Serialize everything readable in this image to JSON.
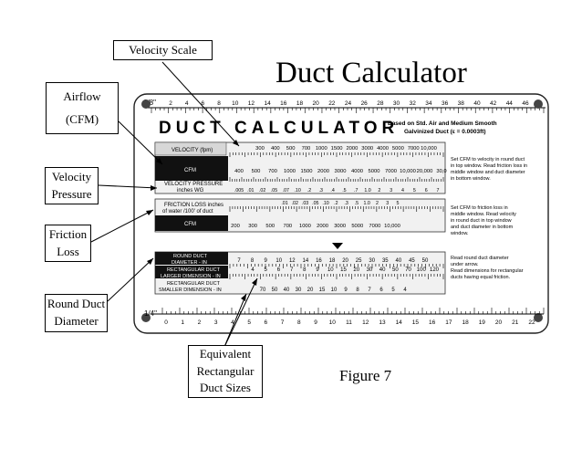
{
  "title": "Duct Calculator",
  "figure_caption": "Figure 7",
  "callouts": {
    "velocity_scale": "Velocity Scale",
    "airflow_line1": "Airflow",
    "airflow_line2": "(CFM)",
    "velocity_pressure_line1": "Velocity",
    "velocity_pressure_line2": "Pressure",
    "friction_loss_line1": "Friction",
    "friction_loss_line2": "Loss",
    "round_duct_line1": "Round Duct",
    "round_duct_line2": "Diameter",
    "equiv_line1": "Equivalent",
    "equiv_line2": "Rectangular",
    "equiv_line3": "Duct Sizes"
  },
  "calculator": {
    "heading": "DUCT CALCULATOR",
    "subheading_line1": "Based on Std. Air and Medium Smooth",
    "subheading_line2": "Galvinized Duct (ε = 0.0003ft)",
    "top_ruler_unit": "1/8\"",
    "top_ruler_numbers": [
      "2",
      "4",
      "6",
      "8",
      "10",
      "12",
      "14",
      "16",
      "18",
      "20",
      "22",
      "24",
      "26",
      "28",
      "30",
      "32",
      "34",
      "36",
      "38",
      "40",
      "42",
      "44",
      "46"
    ],
    "bottom_ruler_unit": "1/4\"",
    "bottom_ruler_numbers": [
      "0",
      "1",
      "2",
      "3",
      "4",
      "5",
      "6",
      "7",
      "8",
      "9",
      "10",
      "11",
      "12",
      "13",
      "14",
      "15",
      "16",
      "17",
      "18",
      "19",
      "20",
      "21",
      "22"
    ],
    "labels": {
      "velocity_fpm": "VELOCITY (fpm)",
      "cfm_top": "CFM",
      "velocity_pressure_line1": "VELOCITY PRESSURE",
      "velocity_pressure_line2": "inches WG",
      "friction_line1": "FRICTION LOSS inches",
      "friction_line2": "of water /100' of duct",
      "cfm_bottom": "CFM",
      "round_line1": "ROUND DUCT",
      "round_line2": "DIAMETER - IN",
      "rect_larger_line1": "RECTANGULAR DUCT",
      "rect_larger_line2": "LARGER DIMENSION - IN",
      "rect_smaller_line1": "RECTANGULAR DUCT",
      "rect_smaller_line2": "SMALLER DIMENSION - IN"
    },
    "scales": {
      "velocity": [
        "300",
        "400",
        "500",
        "700",
        "1000",
        "1500",
        "2000",
        "3000",
        "4000",
        "5000",
        "7000",
        "10,000"
      ],
      "cfm_top": [
        "400",
        "500",
        "700",
        "1000",
        "1500",
        "2000",
        "3000",
        "4000",
        "5000",
        "7000",
        "10,000",
        "20,000",
        "30,0"
      ],
      "velocity_pressure": [
        ".005",
        ".01",
        ".02",
        ".05",
        ".07",
        ".10",
        ".2",
        ".3",
        ".4",
        ".5",
        ".7",
        "1.0",
        "2",
        "3",
        "4",
        "5",
        "6",
        "7"
      ],
      "friction": [
        ".01",
        ".02",
        ".03",
        ".05",
        ".10",
        ".2",
        ".3",
        ".5",
        "1.0",
        "2",
        "3",
        "5"
      ],
      "cfm_bottom": [
        "200",
        "300",
        "500",
        "700",
        "1000",
        "2000",
        "3000",
        "5000",
        "7000",
        "10,000"
      ],
      "round": [
        "7",
        "8",
        "9",
        "10",
        "12",
        "14",
        "16",
        "18",
        "20",
        "25",
        "30",
        "35",
        "40",
        "45",
        "50"
      ],
      "rect_larger": [
        "4",
        "5",
        "6",
        "7",
        "8",
        "9",
        "10",
        "15",
        "20",
        "30",
        "40",
        "50",
        "70",
        "100",
        "120"
      ],
      "rect_smaller": [
        "70",
        "50",
        "40",
        "30",
        "20",
        "15",
        "10",
        "9",
        "8",
        "7",
        "6",
        "5",
        "4"
      ]
    },
    "notes": {
      "note1_line1": "Set CFM to velocity in round duct",
      "note1_line2": "in top window. Read friction loss in",
      "note1_line3": "middle window and duct diameter",
      "note1_line4": "in bottom window.",
      "note2_line1": "Set CFM to friction loss in",
      "note2_line2": "middle window. Read velocity",
      "note2_line3": "in round duct in top window",
      "note2_line4": "and duct diameter in bottom",
      "note2_line5": "window.",
      "note3_line1": "Read round duct diameter",
      "note3_line2": "under arrow.",
      "note3_line3": "Read dimensions for rectangular",
      "note3_line4": "ducts having equal friction."
    }
  }
}
